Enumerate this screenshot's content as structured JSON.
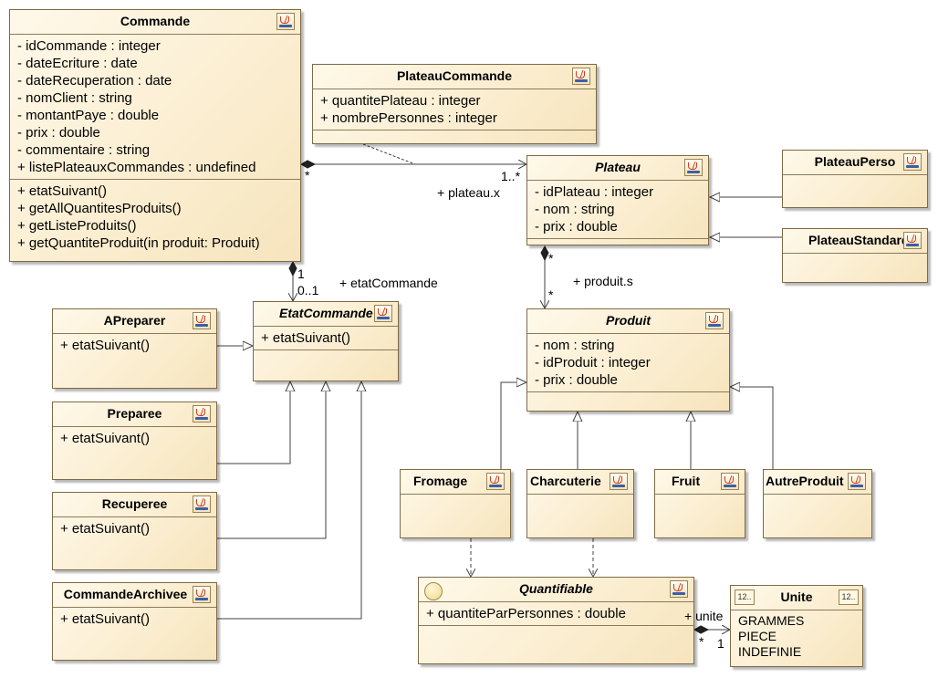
{
  "classes": {
    "commande": {
      "name": "Commande",
      "attributes": [
        "- idCommande : integer",
        "- dateEcriture : date",
        "- dateRecuperation : date",
        "- nomClient : string",
        "- montantPaye : double",
        "- prix : double",
        "- commentaire : string",
        "+ listePlateauxCommandes : undefined"
      ],
      "operations": [
        "+ etatSuivant()",
        "+ getAllQuantitesProduits()",
        "+ getListeProduits()",
        "+ getQuantiteProduit(in produit: Produit)"
      ]
    },
    "plateauCommande": {
      "name": "PlateauCommande",
      "attributes": [
        "+ quantitePlateau : integer",
        "+ nombrePersonnes : integer"
      ]
    },
    "plateau": {
      "name": "Plateau",
      "attributes": [
        "- idPlateau : integer",
        "- nom : string",
        "- prix : double"
      ]
    },
    "plateauPerso": {
      "name": "PlateauPerso"
    },
    "plateauStandard": {
      "name": "PlateauStandard"
    },
    "etatCommande": {
      "name": "EtatCommande",
      "operations": [
        "+ etatSuivant()"
      ]
    },
    "apreparer": {
      "name": "APreparer",
      "operations": [
        "+ etatSuivant()"
      ]
    },
    "preparee": {
      "name": "Preparee",
      "operations": [
        "+ etatSuivant()"
      ]
    },
    "recuperee": {
      "name": "Recuperee",
      "operations": [
        "+ etatSuivant()"
      ]
    },
    "commandeArchivee": {
      "name": "CommandeArchivee",
      "operations": [
        "+ etatSuivant()"
      ]
    },
    "produit": {
      "name": "Produit",
      "attributes": [
        "- nom : string",
        "- idProduit : integer",
        "- prix : double"
      ]
    },
    "fromage": {
      "name": "Fromage"
    },
    "charcuterie": {
      "name": "Charcuterie"
    },
    "fruit": {
      "name": "Fruit"
    },
    "autreProduit": {
      "name": "AutreProduit"
    },
    "quantifiable": {
      "name": "Quantifiable",
      "attributes": [
        "+ quantiteParPersonnes : double"
      ]
    },
    "unite": {
      "name": "Unite",
      "literals": [
        "GRAMMES",
        "PIECE",
        "INDEFINIE"
      ]
    }
  },
  "labels": {
    "commande_plateau_role": "+ plateau.x",
    "commande_mult_star": "*",
    "plateau_mult": "1..*",
    "commande_etat_1": "1",
    "etat_mult": "0..1",
    "etat_role": "+ etatCommande",
    "plateau_produit_star_top": "*",
    "produit_mult_star": "*",
    "produit_role": "+ produit.s",
    "unite_role": "+ unite",
    "quantifiable_mult_star": "*",
    "unite_mult": "1"
  },
  "icons": {
    "class_icon": "java-class-icon",
    "interface_icon": "interface-circle-icon",
    "enum_icon": "enum-12-icon"
  },
  "enum_icon_text": "12..",
  "colors": {
    "box_fill": "#fbeed1",
    "box_border": "#7f6a46",
    "line": "#404040"
  }
}
